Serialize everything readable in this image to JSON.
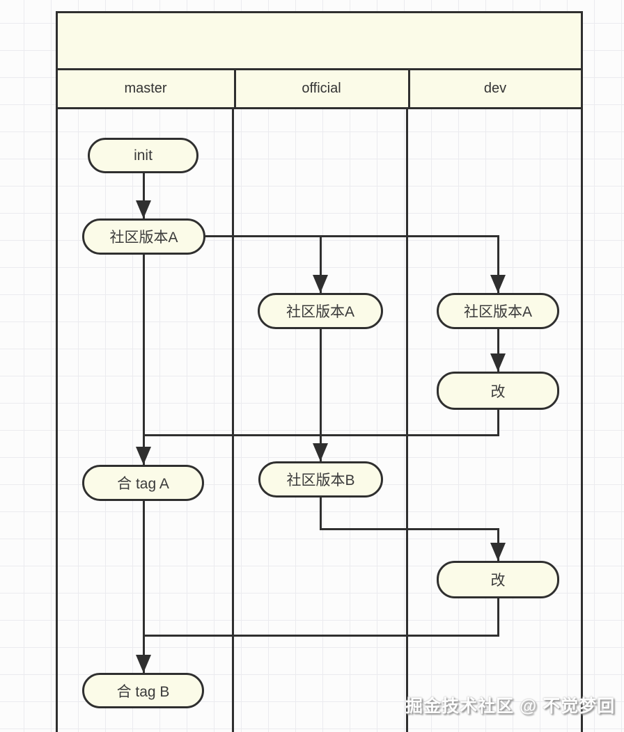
{
  "diagram": {
    "type": "swimlane-flowchart",
    "title_band_text": "",
    "lanes": [
      {
        "label": "master"
      },
      {
        "label": "official"
      },
      {
        "label": "dev"
      }
    ],
    "nodes": [
      {
        "id": "init",
        "lane": "master",
        "label": "init"
      },
      {
        "id": "master-community-version-a",
        "lane": "master",
        "label": "社区版本A"
      },
      {
        "id": "official-community-version-a",
        "lane": "official",
        "label": "社区版本A"
      },
      {
        "id": "dev-community-version-a",
        "lane": "dev",
        "label": "社区版本A"
      },
      {
        "id": "dev-modify-1",
        "lane": "dev",
        "label": "改"
      },
      {
        "id": "master-merge-tag-a",
        "lane": "master",
        "label": "合 tag A"
      },
      {
        "id": "official-community-version-b",
        "lane": "official",
        "label": "社区版本B"
      },
      {
        "id": "dev-modify-2",
        "lane": "dev",
        "label": "改"
      },
      {
        "id": "master-merge-tag-b",
        "lane": "master",
        "label": "合 tag B"
      }
    ],
    "edges": [
      {
        "from": "init",
        "to": "master-community-version-a"
      },
      {
        "from": "master-community-version-a",
        "to": "official-community-version-a"
      },
      {
        "from": "master-community-version-a",
        "to": "dev-community-version-a"
      },
      {
        "from": "master-community-version-a",
        "to": "master-merge-tag-a"
      },
      {
        "from": "official-community-version-a",
        "to": "official-community-version-b"
      },
      {
        "from": "dev-community-version-a",
        "to": "dev-modify-1"
      },
      {
        "from": "dev-modify-1",
        "to": "master-merge-tag-a"
      },
      {
        "from": "official-community-version-b",
        "to": "dev-modify-2"
      },
      {
        "from": "dev-modify-2",
        "to": "master-merge-tag-b"
      },
      {
        "from": "master-merge-tag-a",
        "to": "master-merge-tag-b"
      }
    ],
    "watermark": "掘金技术社区 @ 不觉梦回",
    "colors": {
      "node_fill": "#fbfbe8",
      "line": "#2f2f2f",
      "background": "#fcfcfc",
      "grid_line": "#ebebef",
      "text": "#3a3a3a"
    }
  }
}
